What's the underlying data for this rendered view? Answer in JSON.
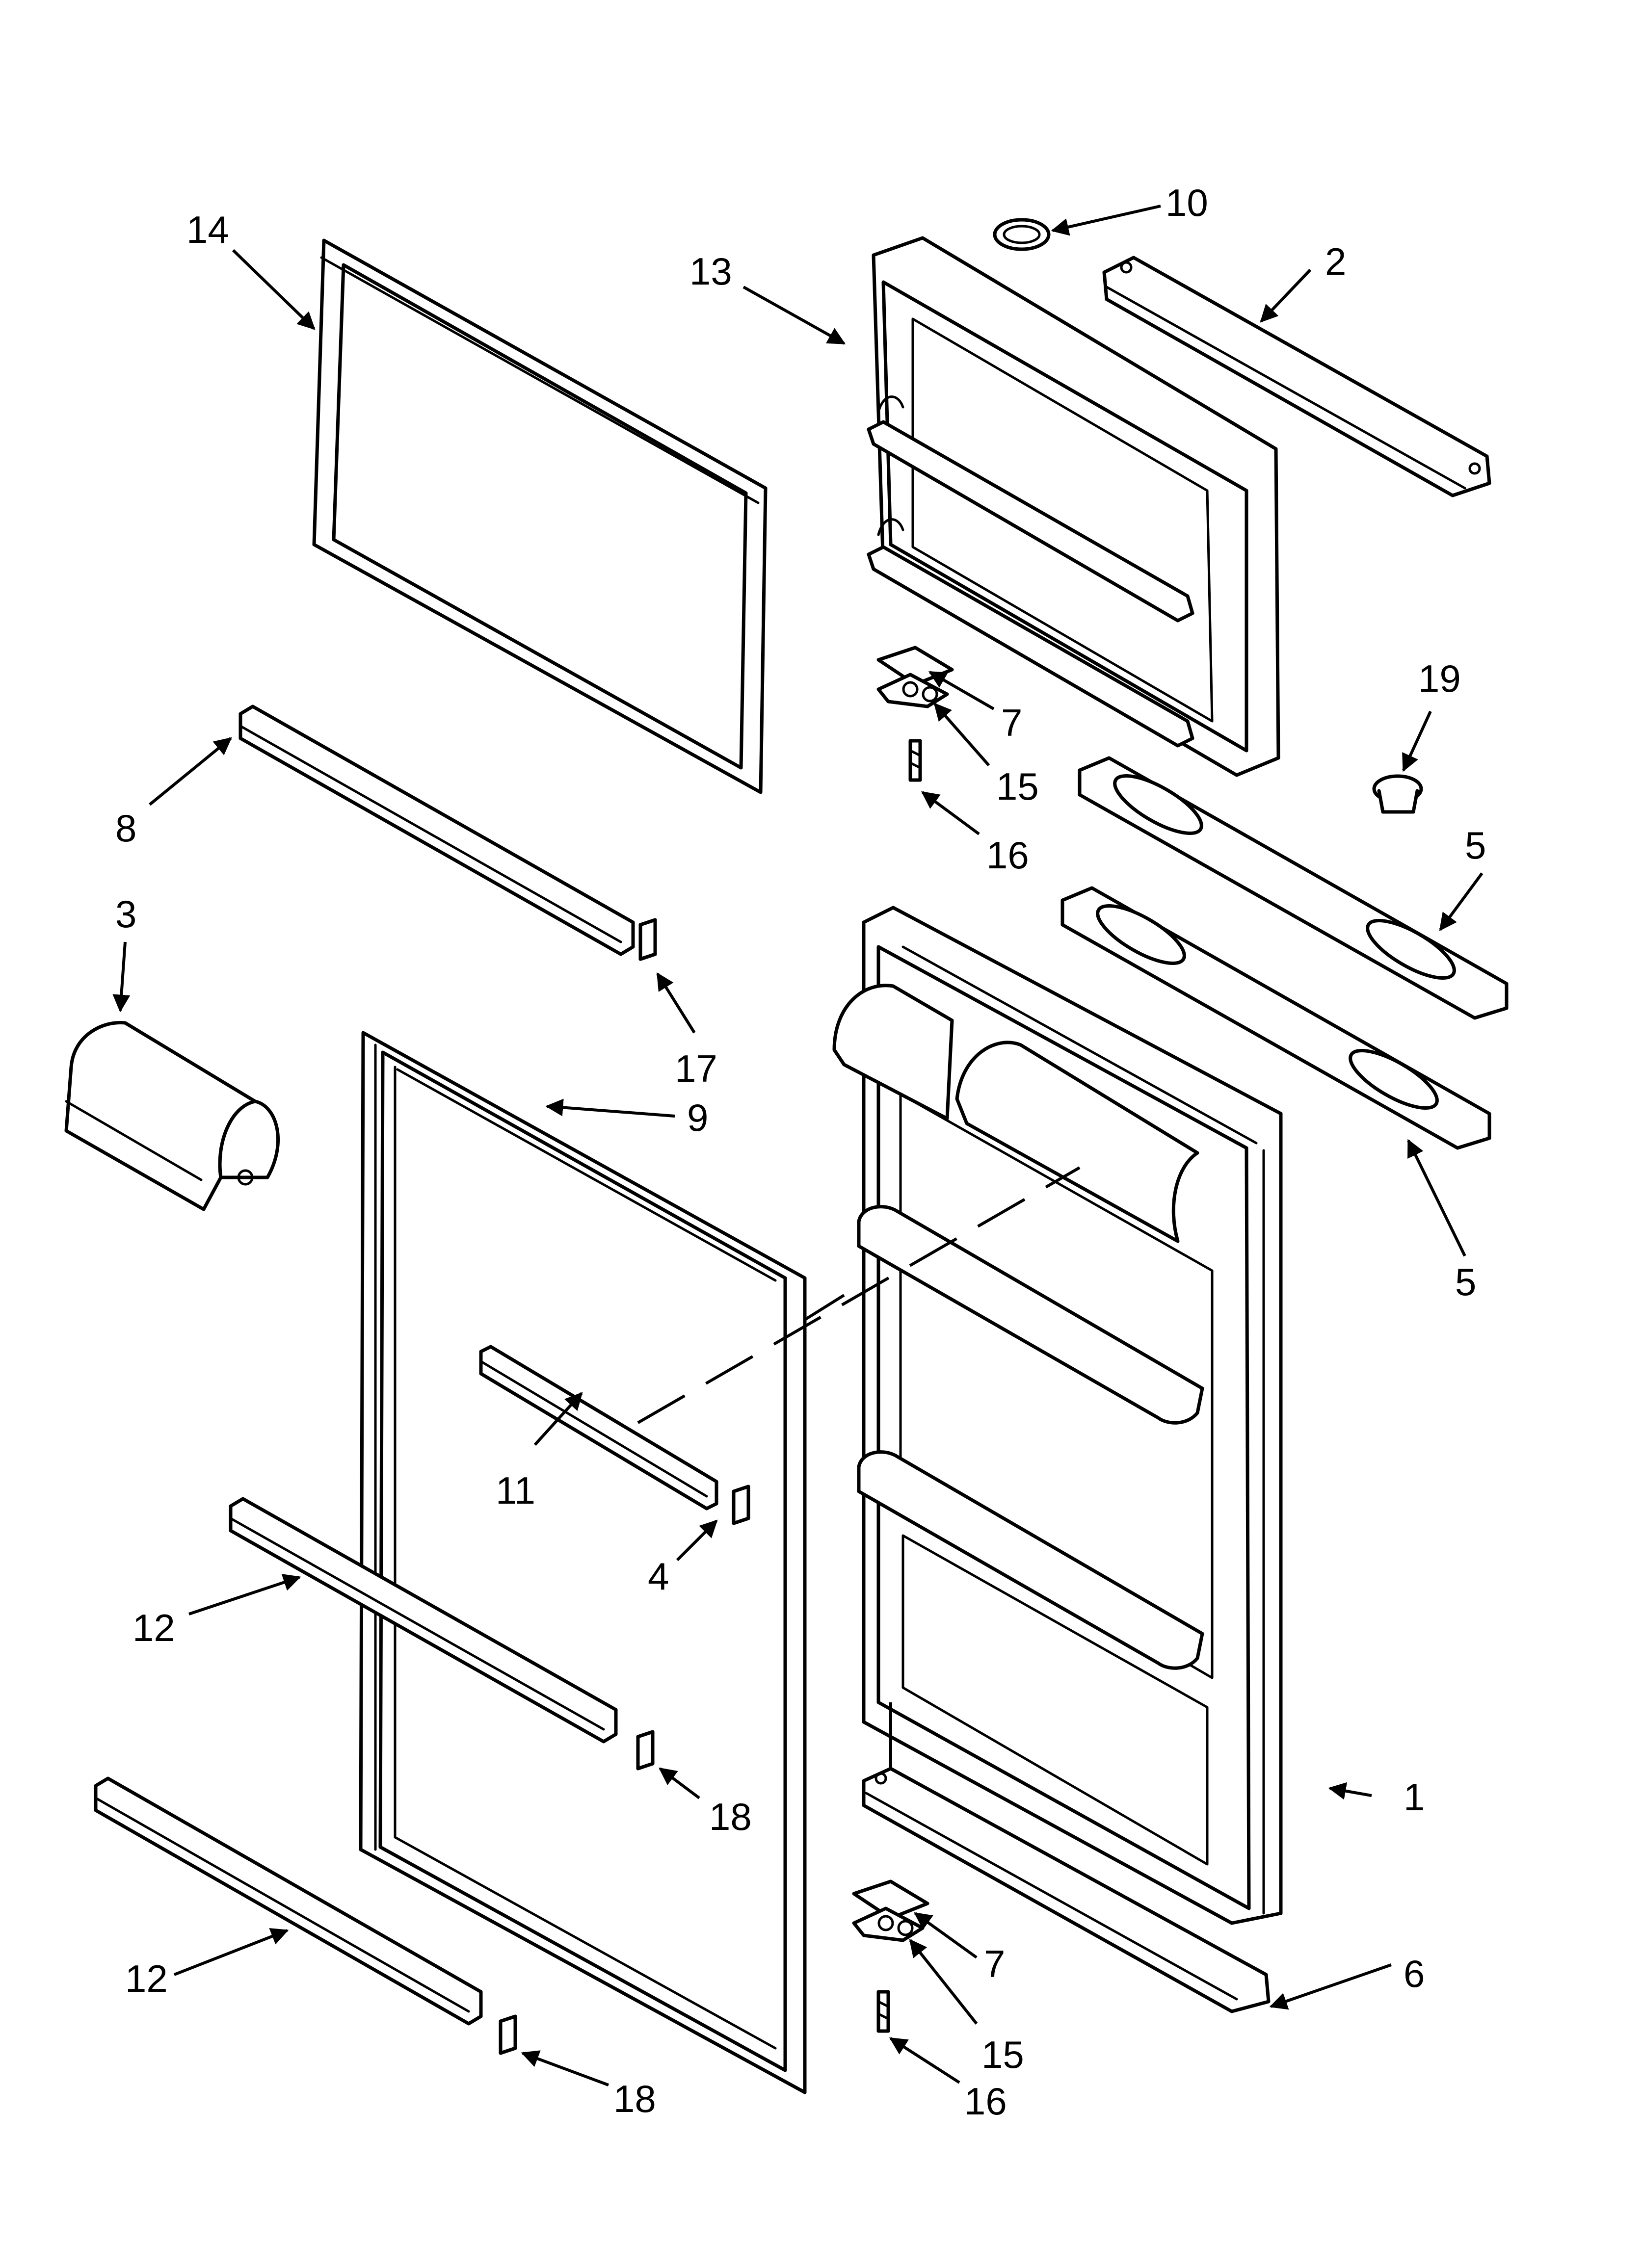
{
  "callouts": [
    "1",
    "2",
    "3",
    "4",
    "5",
    "5",
    "6",
    "7",
    "7",
    "8",
    "9",
    "10",
    "11",
    "12",
    "12",
    "13",
    "14",
    "15",
    "15",
    "16",
    "16",
    "17",
    "18",
    "18",
    "19"
  ]
}
